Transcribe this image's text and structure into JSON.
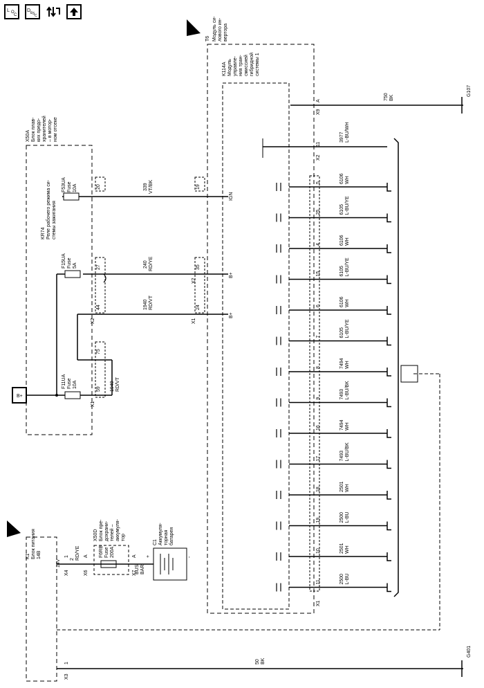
{
  "toolbar": {
    "loc_label": "LOC",
    "desc_label": "DESC",
    "connector_label": "connector",
    "up_label": "up"
  },
  "components": {
    "t6": [
      "T6",
      "Модуль си-",
      "лового ин-",
      "вертора"
    ],
    "k114a": [
      "K114A",
      "Модуль",
      "управле-",
      "ния тран-",
      "смиссией",
      "гибридной",
      "системы 1"
    ],
    "x50a": [
      "X50A",
      "Блок плав-",
      "ких предо-",
      "хранителей",
      "– в мотор-",
      "ном отсеке"
    ],
    "kr74": [
      "KR74",
      "Реле рабочего режима си-",
      "стемы зажигания"
    ],
    "k1": [
      "K1",
      "Блок питания",
      "14В"
    ],
    "x50d": [
      "X50D",
      "Блок пре-",
      "дохрани-",
      "телей –",
      "аккумуля-",
      "тор"
    ],
    "c1": [
      "C1",
      "Аккумуля-",
      "торная",
      "батарея"
    ]
  },
  "fuses": {
    "f53ua": [
      "F53UA",
      "Fuse",
      "10A"
    ],
    "f15ua": [
      "F15UA",
      "Fuse",
      "5A"
    ],
    "f11ua": [
      "F11UA",
      "Fuse",
      "10A"
    ],
    "f6rb": [
      "F6RB",
      "Fuse",
      "200A"
    ]
  },
  "labels": {
    "bplus_box": "B+",
    "bus_bar": [
      "BUS",
      "BAR"
    ],
    "plus": "+",
    "minus": "-",
    "ign": "IGN",
    "bplus1": "B+",
    "bplus2": "B+",
    "g107": "G107",
    "g401": "G401",
    "w339": [
      "339",
      "VT/BK"
    ],
    "w240": [
      "240",
      "RD/YE"
    ],
    "w1940a": [
      "1940",
      "RD/VT"
    ],
    "w1940b": [
      "1940",
      "RD/VT"
    ],
    "w750": [
      "750",
      "BK"
    ],
    "w50": [
      "50",
      "BK"
    ],
    "w2": [
      "2",
      "RD/YE"
    ],
    "w14v": "14V"
  },
  "pins": {
    "p20": "20",
    "p19": "19",
    "p27": "27",
    "p35": "35",
    "p44": "44",
    "p24": "24",
    "p75": "75",
    "p59": "59",
    "x1a": "X1",
    "x2a": "X2",
    "x2b": "X2",
    "x1b": "X1",
    "x9": "X9",
    "pA": "A",
    "x2c": "X2",
    "p11top": "11",
    "x4": "X4",
    "p1a": "1",
    "x6": "X6",
    "pAa": "A",
    "x7": "X7",
    "pAb": "A",
    "x3": "X3",
    "p1b": "1",
    "x1c": "X1"
  },
  "bus_wires": [
    {
      "pin": "5",
      "num": "6106",
      "color": "WH"
    },
    {
      "pin": "25",
      "num": "6105",
      "color": "L-BU/YE"
    },
    {
      "pin": "4",
      "num": "6106",
      "color": "WH"
    },
    {
      "pin": "15",
      "num": "6105",
      "color": "L-BU/YE"
    },
    {
      "pin": "6",
      "num": "6106",
      "color": "WH"
    },
    {
      "pin": "7",
      "num": "6105",
      "color": "L-BU/YE"
    },
    {
      "pin": "8",
      "num": "7494",
      "color": "WH"
    },
    {
      "pin": "9",
      "num": "7493",
      "color": "L-BU/BK"
    },
    {
      "pin": "16",
      "num": "7494",
      "color": "WH"
    },
    {
      "pin": "17",
      "num": "7493",
      "color": "L-BU/BK"
    },
    {
      "pin": "18",
      "num": "2501",
      "color": "WH"
    },
    {
      "pin": "19",
      "num": "2500",
      "color": "L-BU"
    },
    {
      "pin": "10",
      "num": "2501",
      "color": "WH"
    },
    {
      "pin": "11",
      "num": "2500",
      "color": "L-BU"
    }
  ],
  "top_wire": {
    "pin": "11",
    "num": "3977",
    "color": "L-BU/WH"
  }
}
